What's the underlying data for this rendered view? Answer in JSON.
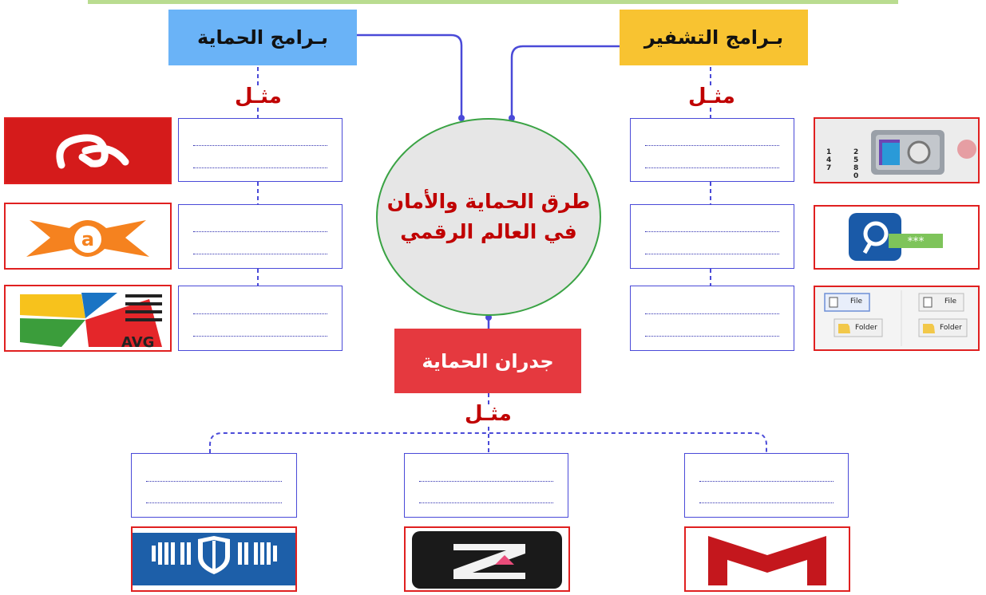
{
  "center": {
    "line1": "طرق الحماية والأمان",
    "line2": "في العالم الرقمي"
  },
  "headers": {
    "protection": "بـرامج الحماية",
    "encryption": "بـرامج التشفير",
    "firewalls": "جدران الحماية"
  },
  "example_label": "مثـل",
  "logos": {
    "avira": "avira-logo",
    "avast": "avast-logo",
    "avg": "avg-logo",
    "applock": "applock-vault-logo",
    "keypass": "password-key-logo",
    "file_folder": "file-folder-lock-logo",
    "file_label": "File",
    "folder_label": "Folder",
    "comodo": "shield-firewall-logo",
    "zonealarm": "zonealarm-logo",
    "mcafee": "mcafee-logo"
  },
  "colors": {
    "protection_header": "#6ab3f7",
    "encryption_header": "#f8c331",
    "firewall_header": "#e5393f",
    "example_text": "#c00000",
    "connector": "#4a4ad8"
  }
}
